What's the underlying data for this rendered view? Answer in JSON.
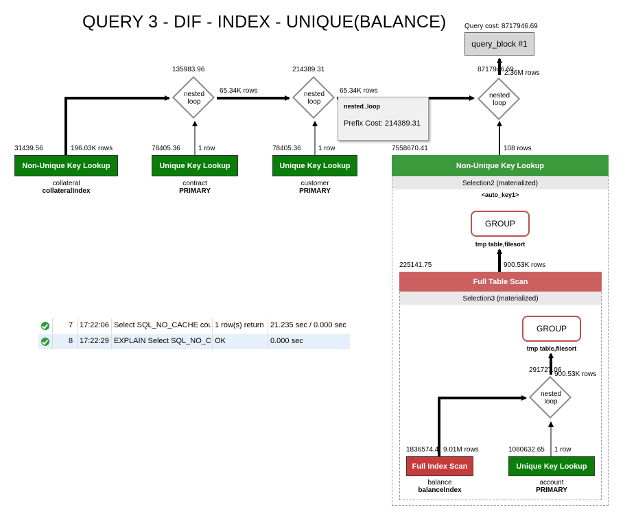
{
  "title": "QUERY 3 - DIF - INDEX -  UNIQUE(BALANCE)",
  "query_cost_label": "Query cost: 8717946.69",
  "query_block": "query_block #1",
  "nodes": {
    "collateral": {
      "type": "Non-Unique Key Lookup",
      "table": "collateral",
      "key": "collateralIndex",
      "cost": "31439.56",
      "rows": "196.03K rows"
    },
    "contract": {
      "type": "Unique Key Lookup",
      "table": "contract",
      "key": "PRIMARY",
      "cost": "78405.36",
      "rows": "1 row"
    },
    "customer": {
      "type": "Unique Key Lookup",
      "table": "customer",
      "key": "PRIMARY",
      "cost": "78405.36",
      "rows": "1 row"
    },
    "auto_key": {
      "type": "Non-Unique Key Lookup",
      "selection": "Selection2 (materialized)",
      "key": "<auto_key1>",
      "cost": "7558670.41",
      "rows": "108 rows"
    },
    "full_table_scan": {
      "type": "Full Table Scan",
      "selection": "Selection3 (materialized)",
      "cost": "225141.75",
      "rows": "900.53K rows"
    },
    "balance": {
      "type": "Full Index Scan",
      "table": "balance",
      "key": "balanceIndex",
      "cost": "1836574.4",
      "rows": "9.01M rows"
    },
    "account": {
      "type": "Unique Key Lookup",
      "table": "account",
      "key": "PRIMARY",
      "cost": "1080632.65",
      "rows": "1 row"
    }
  },
  "loops": {
    "loop1": {
      "label1": "nested",
      "label2": "loop",
      "cost": "135983.96",
      "rows_out": "65.34K rows"
    },
    "loop2": {
      "label1": "nested",
      "label2": "loop",
      "cost": "214389.31",
      "rows_out": "65.34K rows"
    },
    "loop3": {
      "label1": "nested",
      "label2": "loop",
      "cost": "8717946.69",
      "rows_out": "2.36M rows"
    },
    "loop4": {
      "label1": "nested",
      "label2": "loop",
      "cost": "291727.06",
      "rows_out": "900.53K rows"
    }
  },
  "groups": {
    "group1": {
      "label": "GROUP",
      "sub": "tmp table,filesort"
    },
    "group2": {
      "label": "GROUP",
      "sub": "tmp table,filesort"
    }
  },
  "tooltip": {
    "title": "nested_loop",
    "text": "Prefix Cost: 214389.31"
  },
  "log": [
    {
      "num": "7",
      "time": "17:22:06",
      "action": "Select SQL_NO_CACHE cou",
      "message": "1 row(s) return",
      "duration": "21.235 sec / 0.000 sec"
    },
    {
      "num": "8",
      "time": "17:22:29",
      "action": "EXPLAIN Select SQL_NO_C",
      "message": "OK",
      "duration": "0.000 sec"
    }
  ],
  "colors": {
    "green": "#0a7d0a",
    "red": "#c73b3b",
    "full_table_scan": "#cc6060",
    "auto_key_header": "#3c9a3c"
  }
}
